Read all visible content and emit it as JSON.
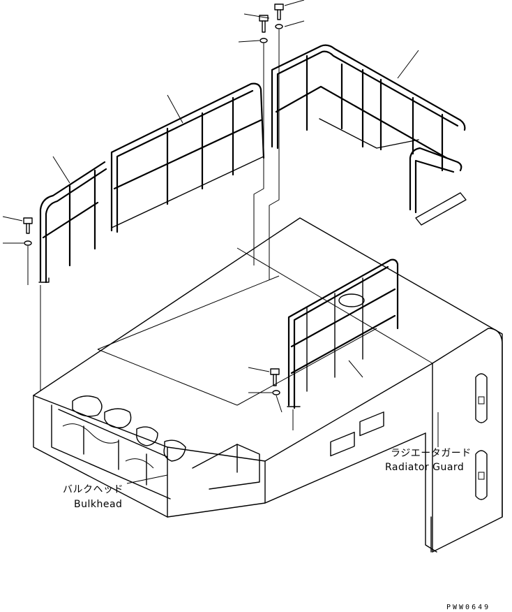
{
  "labels": {
    "radiator_guard_jp": "ラジエータガード",
    "radiator_guard_en": "Radiator Guard",
    "bulkhead_jp": "バルクヘッド",
    "bulkhead_en": "Bulkhead",
    "drawing_code": "PWW0649"
  }
}
